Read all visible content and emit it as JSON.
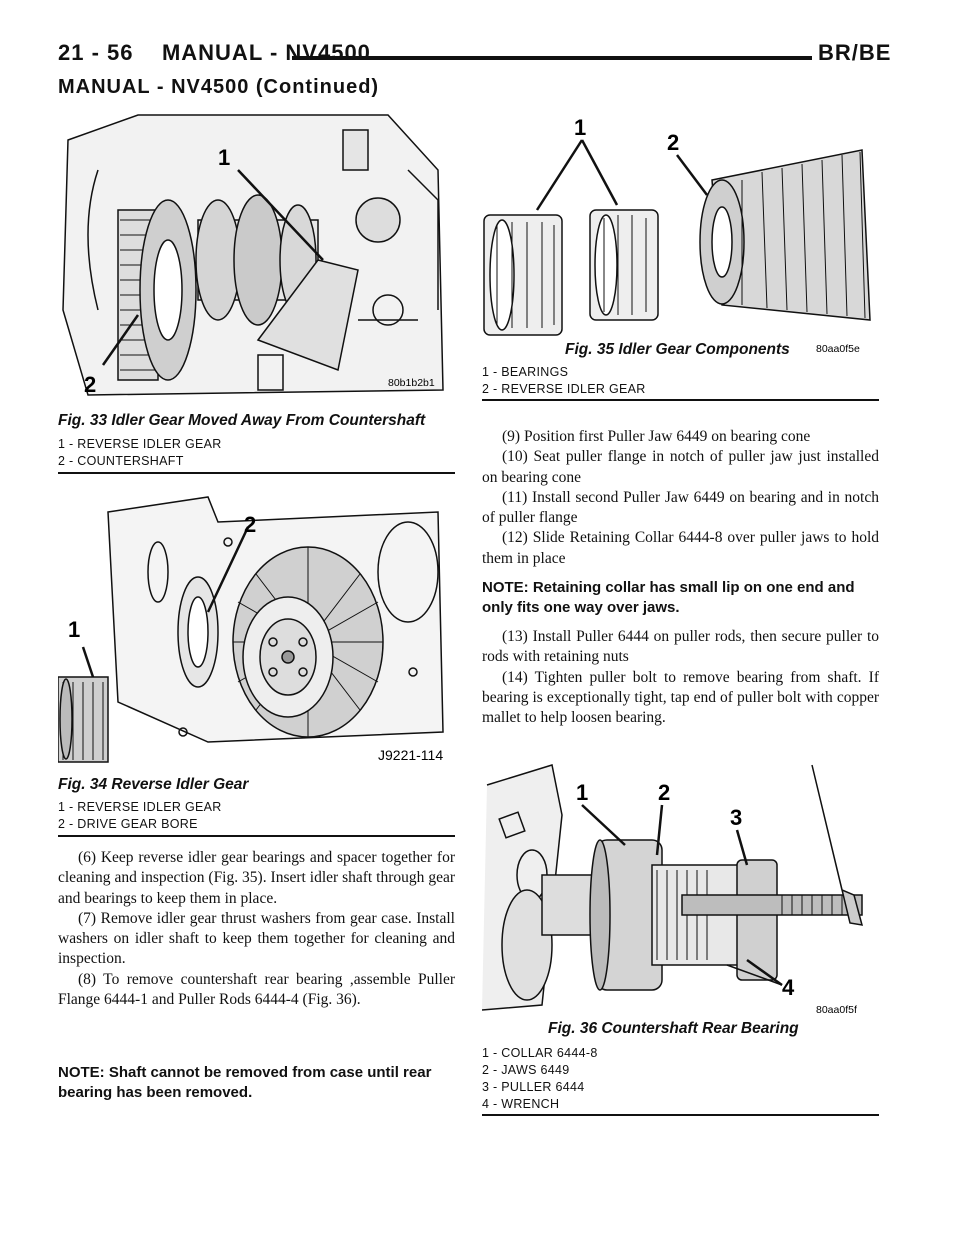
{
  "header": {
    "left": "21 - 56    MANUAL - NV4500",
    "right": "BR/BE",
    "continued": "MANUAL - NV4500 (Continued)"
  },
  "fig33": {
    "caption": "Fig. 33 Idler Gear Moved Away From Countershaft",
    "legend": [
      "1 - REVERSE IDLER GEAR",
      "2 - COUNTERSHAFT"
    ],
    "code": "80b1b2b1",
    "callouts": [
      "1",
      "2"
    ]
  },
  "fig34": {
    "caption": "Fig. 34 Reverse Idler Gear",
    "legend": [
      "1 - REVERSE IDLER GEAR",
      "2 - DRIVE GEAR BORE"
    ],
    "code": "J9221-114",
    "callouts": [
      "1",
      "2"
    ]
  },
  "fig35": {
    "caption": "Fig. 35 Idler Gear Components",
    "legend": [
      "1 - BEARINGS",
      "2 - REVERSE IDLER GEAR"
    ],
    "code": "80aa0f5e",
    "callouts": [
      "1",
      "2"
    ]
  },
  "fig36": {
    "caption": "Fig. 36 Countershaft Rear Bearing",
    "legend": [
      "1 - COLLAR 6444-8",
      "2 - JAWS 6449",
      "3 - PULLER 6444",
      "4 - WRENCH"
    ],
    "code": "80aa0f5f",
    "callouts": [
      "1",
      "2",
      "3",
      "4"
    ]
  },
  "left_text": {
    "p6": "(6) Keep reverse idler gear bearings and spacer together for cleaning and inspection (Fig. 35). Insert idler shaft through gear and bearings to keep them in place.",
    "p7": "(7) Remove idler gear thrust washers from gear case. Install washers on idler shaft to keep them together for cleaning and inspection.",
    "p8": "(8) To remove countershaft rear bearing ,assemble Puller Flange 6444-1 and Puller Rods 6444-4 (Fig. 36).",
    "note": "NOTE: Shaft cannot be removed from case until rear bearing has been removed."
  },
  "right_text": {
    "p9": "(9) Position first Puller Jaw 6449 on bearing cone",
    "p10": "(10) Seat puller flange in notch of puller jaw just installed on bearing cone",
    "p11": "(11) Install second Puller Jaw 6449 on bearing and in notch of puller flange",
    "p12": "(12) Slide Retaining Collar 6444-8 over puller jaws to hold them in place",
    "note": "NOTE: Retaining collar has small lip on one end and only fits one way over jaws.",
    "p13": "(13) Install Puller 6444 on puller rods, then secure puller to rods with retaining nuts",
    "p14": "(14) Tighten puller bolt to remove bearing from shaft. If bearing is exceptionally tight, tap end of puller bolt with copper mallet to help loosen bearing."
  }
}
